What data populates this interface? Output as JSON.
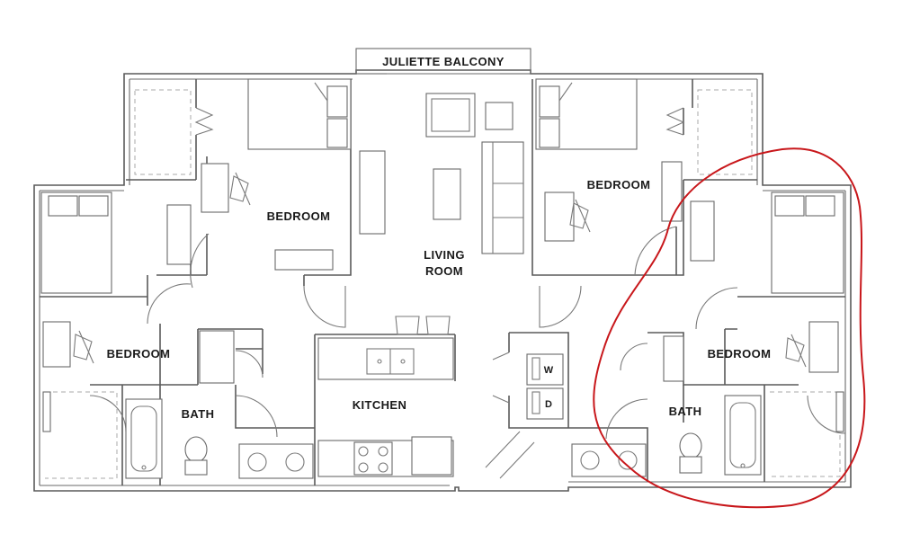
{
  "labels": {
    "balcony": "JULIETTE BALCONY",
    "bedroom_top_left": "BEDROOM",
    "bedroom_left": "BEDROOM",
    "bedroom_top_right": "BEDROOM",
    "bedroom_right": "BEDROOM",
    "living_line1": "LIVING",
    "living_line2": "ROOM",
    "kitchen": "KITCHEN",
    "bath_left": "BATH",
    "bath_right": "BATH",
    "washer": "W",
    "dryer": "D"
  },
  "colors": {
    "walls": "#5a5a5a",
    "highlight": "#c8171b"
  }
}
